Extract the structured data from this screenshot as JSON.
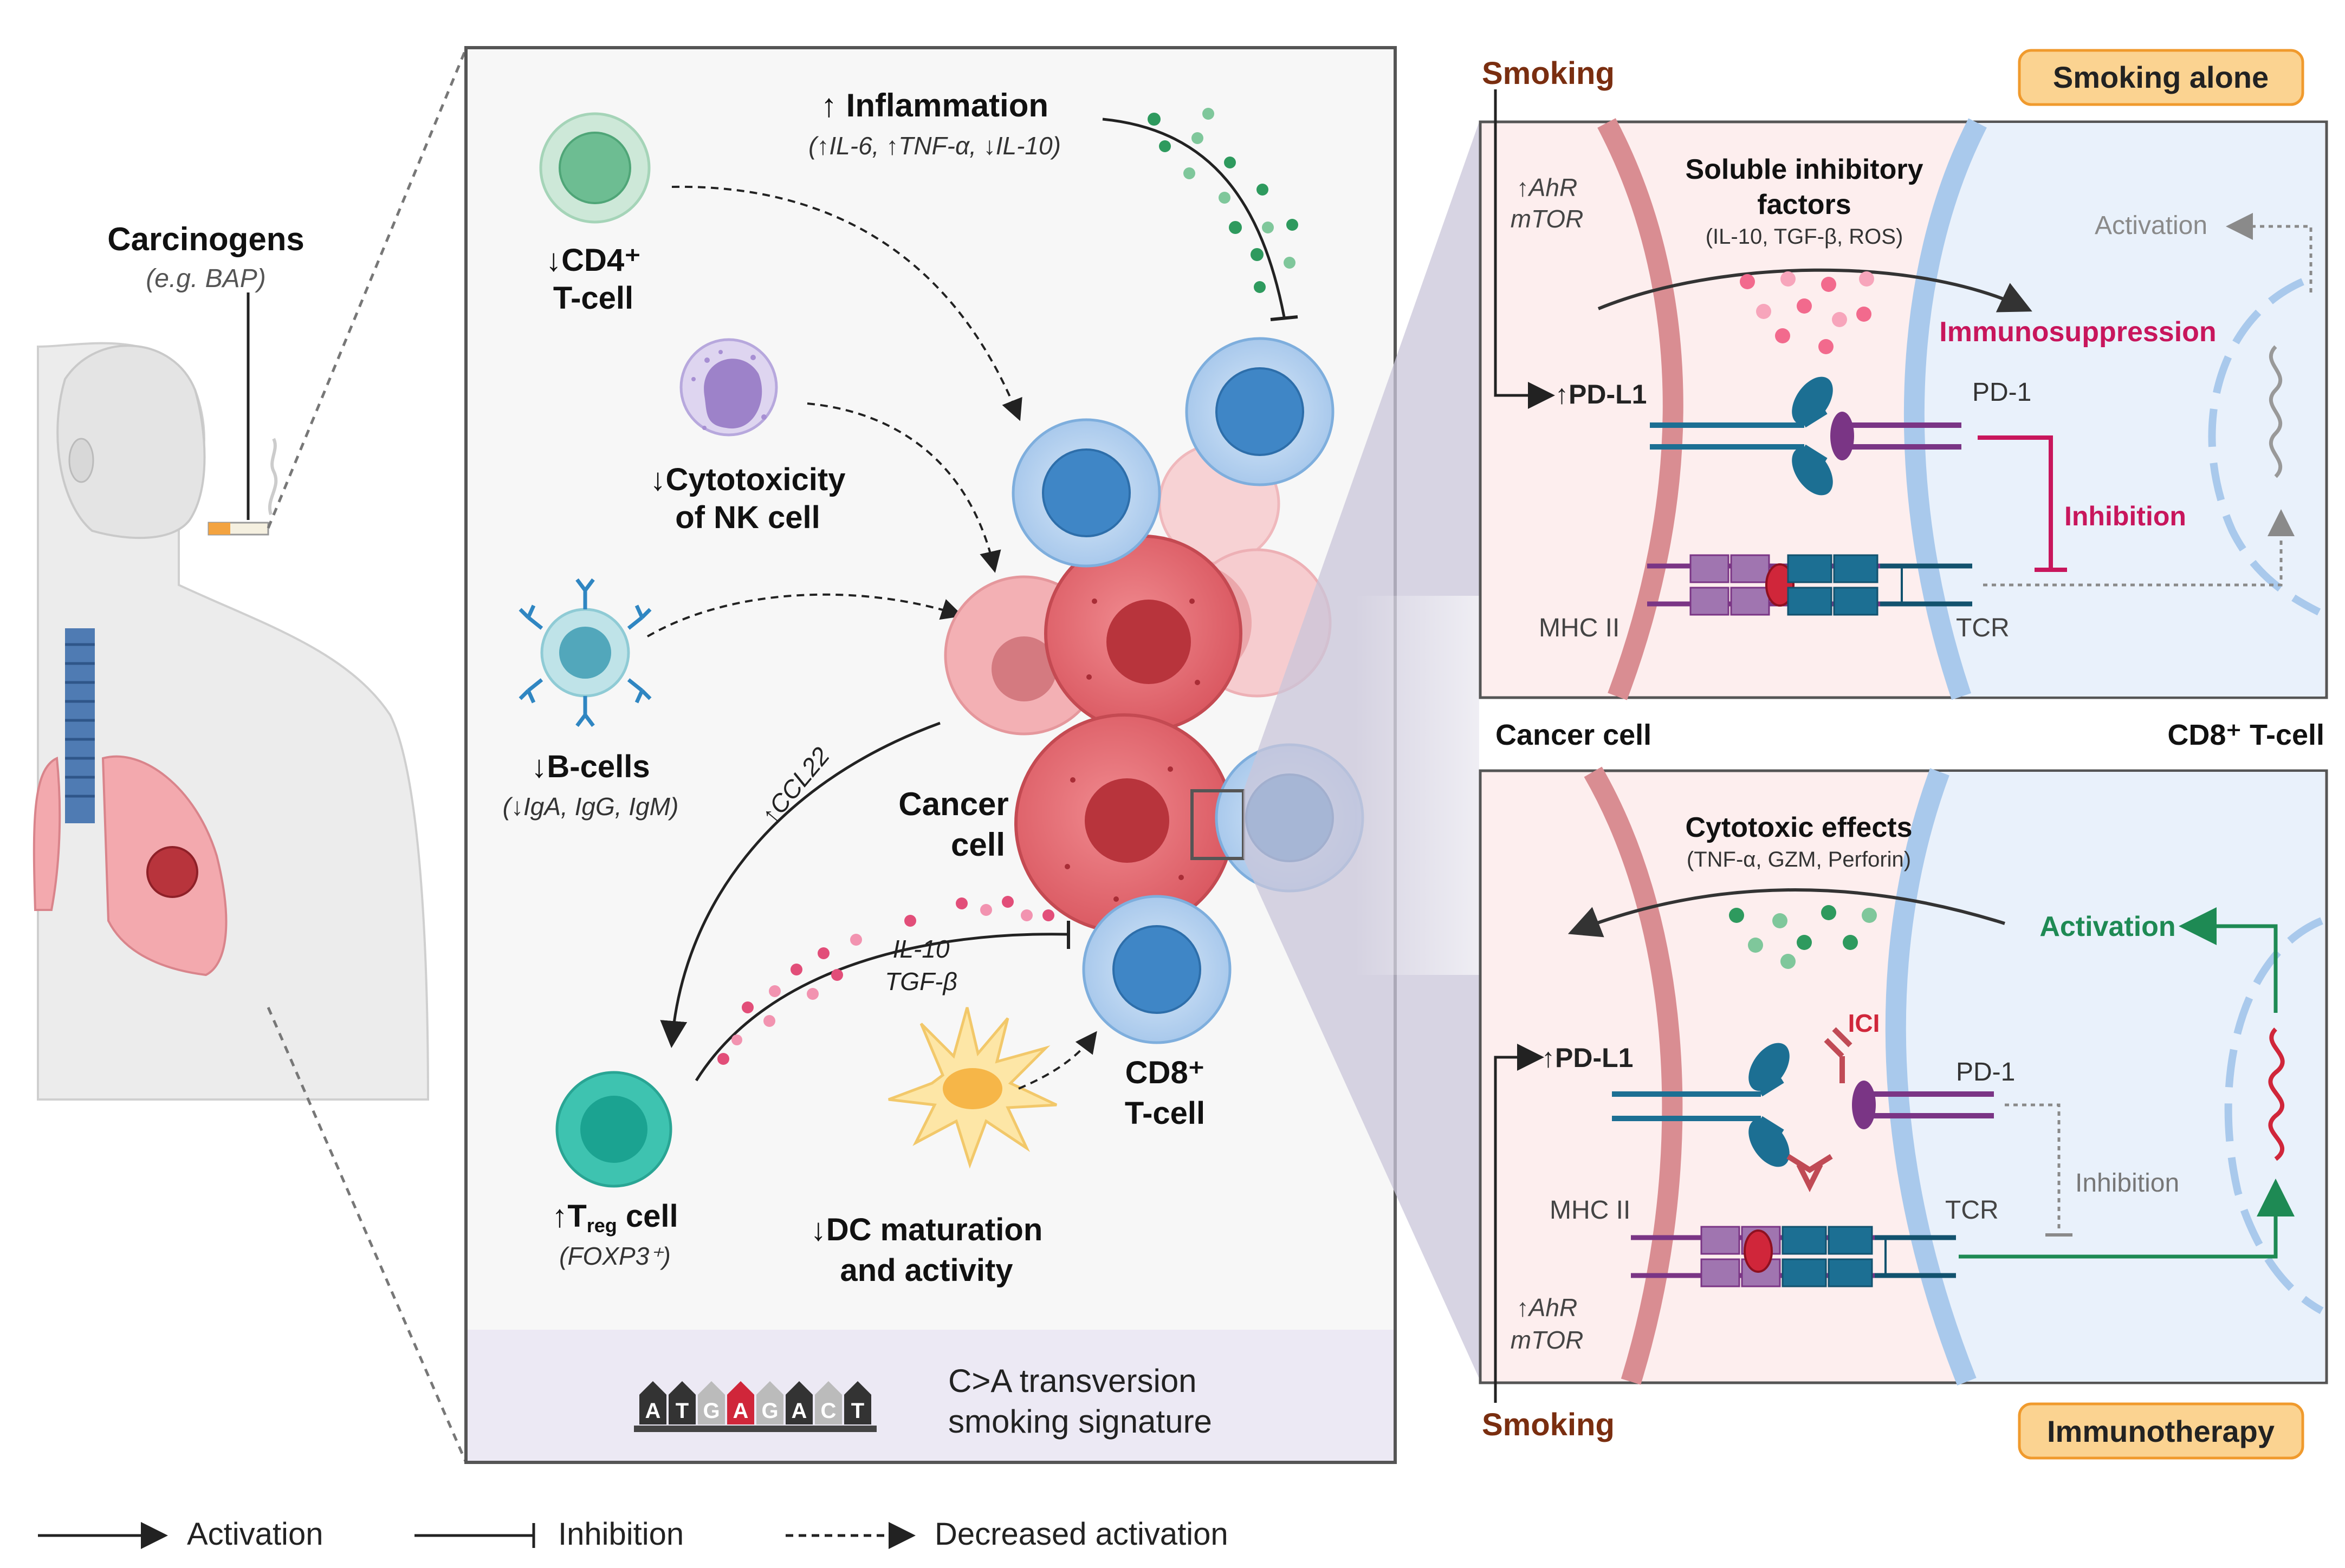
{
  "colors": {
    "activation_green": "#1e8a54",
    "inhibition_magenta": "#c8165c",
    "smoking_brown": "#7a2e10",
    "badge_fill": "#fbd391",
    "badge_stroke": "#f09a2d",
    "tcell_blue": "#3f86c6",
    "cancer_red": "#d9565f",
    "ici_red": "#d0263a"
  },
  "left": {
    "carcinogens_title": "Carcinogens",
    "carcinogens_example": "(e.g. BAP)"
  },
  "middle": {
    "inflammation": "↑ Inflammation",
    "inflammation_detail": "(↑IL-6, ↑TNF-α, ↓IL-10)",
    "cd4_line1": "↓CD4⁺",
    "cd4_line2": "T-cell",
    "nk_line1": "↓Cytotoxicity",
    "nk_line2": "of NK cell",
    "bcell_line1": "↓B-cells",
    "bcell_line2": "(↓IgA, IgG, IgM)",
    "ccl22": "↑CCL22",
    "cancer_line1": "Cancer",
    "cancer_line2": "cell",
    "il10": "IL-10",
    "tgfb": "TGF-β",
    "cd8_line1": "CD8⁺",
    "cd8_line2": "T-cell",
    "treg_prefix": "↑T",
    "treg_sub": "reg",
    "treg_suffix": " cell",
    "treg_marker": "(FOXP3⁺)",
    "dc_line1": "↓DC maturation",
    "dc_line2": "and activity",
    "signature_letters": [
      "A",
      "T",
      "G",
      "A",
      "G",
      "A",
      "C",
      "T"
    ],
    "signature_line1": "C>A transversion",
    "signature_line2": "smoking signature"
  },
  "right_top": {
    "smoking": "Smoking",
    "badge": "Smoking alone",
    "ahr": "↑AhR",
    "mtor": "mTOR",
    "soluble_line1": "Soluble inhibitory",
    "soluble_line2": "factors",
    "soluble_detail": "(IL-10, TGF-β, ROS)",
    "activation": "Activation",
    "immunosuppression": "Immunosuppression",
    "pdl1": "↑PD-L1",
    "pd1": "PD-1",
    "inhibition": "Inhibition",
    "mhc": "MHC II",
    "tcr": "TCR"
  },
  "middle_labels": {
    "cancer_cell": "Cancer cell",
    "cd8_tcell": "CD8⁺ T-cell"
  },
  "right_bottom": {
    "cytotoxic_line1": "Cytotoxic effects",
    "cytotoxic_detail": "(TNF-α, GZM, Perforin)",
    "activation": "Activation",
    "ici": "ICI",
    "pdl1": "↑PD-L1",
    "pd1": "PD-1",
    "inhibition": "Inhibition",
    "mhc": "MHC II",
    "tcr": "TCR",
    "ahr": "↑AhR",
    "mtor": "mTOR",
    "smoking": "Smoking",
    "badge": "Immunotherapy"
  },
  "legend": {
    "activation": "Activation",
    "inhibition": "Inhibition",
    "decreased": "Decreased activation"
  }
}
